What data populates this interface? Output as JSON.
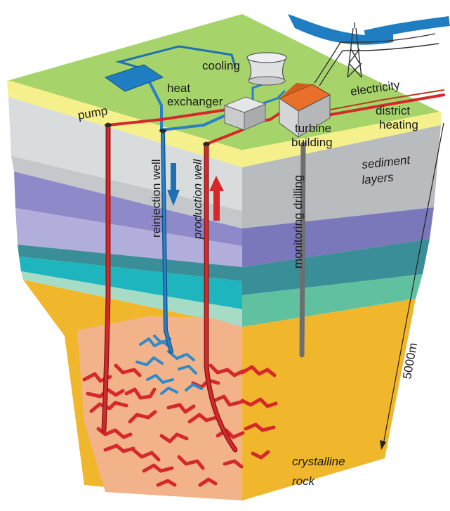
{
  "labels": {
    "pump": "pump",
    "heat_exchanger_line1": "heat",
    "heat_exchanger_line2": "exchanger",
    "cooling": "cooling",
    "electricity": "electricity",
    "district_heating_line1": "district",
    "district_heating_line2": "heating",
    "turbine_building_line1": "turbine",
    "turbine_building_line2": "building",
    "sediment_layers_line1": "sediment",
    "sediment_layers_line2": "layers",
    "reinjection_well": "reinjection well",
    "production_well": "production well",
    "monitoring_drilling": "monitoring drilling",
    "depth": "5000m",
    "crystalline_rock_line1": "crystalline",
    "crystalline_rock_line2": "rock"
  },
  "colors": {
    "surface_green": "#a6d46b",
    "sand_yellow": "#f6f08c",
    "sediment_light_grey": "#d9dcdc",
    "sediment_grey": "#b9bcbe",
    "lavender": "#b2aedb",
    "purple": "#7a77bb",
    "teal": "#1fb5bf",
    "teal_dark": "#3a8e97",
    "mint": "#a6dcc6",
    "mint_dark": "#5fc1a0",
    "crystalline_orange": "#f0b62c",
    "reservoir_peach": "#f2b38a",
    "hot_red": "#d6282a",
    "cold_blue": "#2a7fc8",
    "water_blue": "#1f7ec2",
    "roof_orange": "#e8702a"
  },
  "icons": {
    "arrow_down": "reinjection-flow-arrow-icon",
    "arrow_up": "production-flow-arrow-icon",
    "power_pylon": "power-pylon-icon",
    "cooling_tower": "cooling-tower-icon",
    "turbine_building": "turbine-building-icon",
    "heat_exchanger": "heat-exchanger-icon"
  }
}
